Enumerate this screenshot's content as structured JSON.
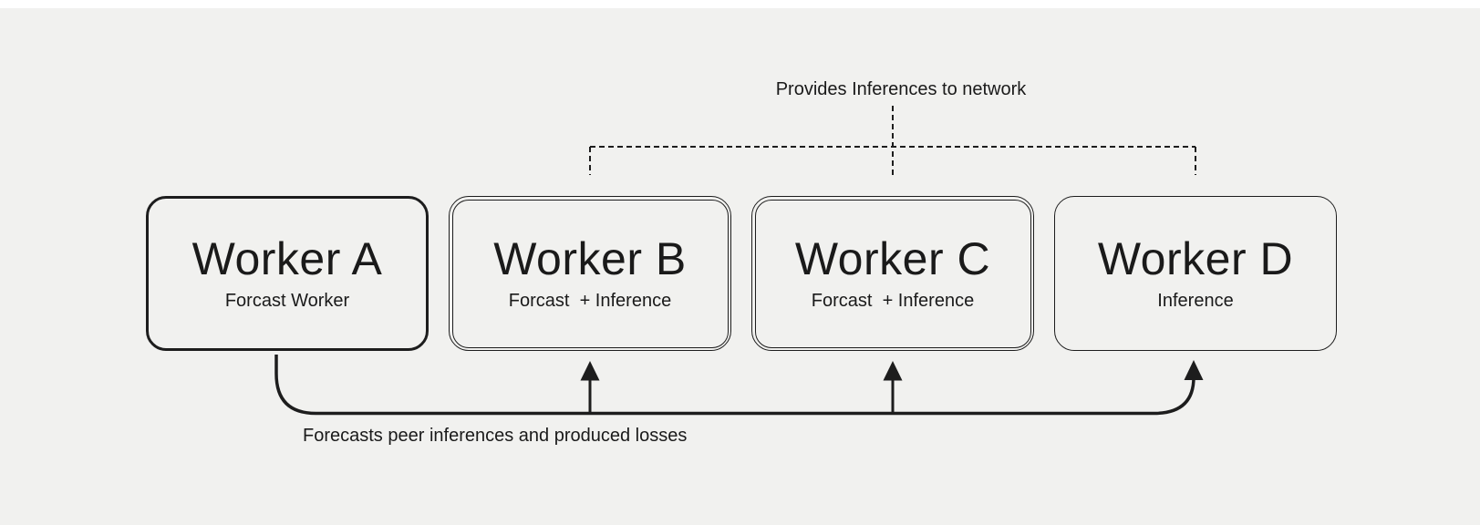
{
  "diagram": {
    "top_label": "Provides Inferences to network",
    "bottom_label": "Forecasts peer inferences and produced losses",
    "workers": [
      {
        "title": "Worker A",
        "subtitle": "Forcast Worker",
        "border_style": "single-thick"
      },
      {
        "title": "Worker B",
        "subtitle": "Forcast  + Inference",
        "border_style": "double"
      },
      {
        "title": "Worker C",
        "subtitle": "Forcast  + Inference",
        "border_style": "double"
      },
      {
        "title": "Worker D",
        "subtitle": "Inference",
        "border_style": "single-thin"
      }
    ],
    "connections": {
      "dashed_bracket": "Worker B, Worker C and Worker D provide inferences to network",
      "solid_arrow": "Worker A forecasts peer inferences and produced losses to Worker B, Worker C and Worker D"
    },
    "colors": {
      "background": "#f1f1ef",
      "stroke": "#1d1d1d",
      "text": "#1a1a1a",
      "top_strip": "#ffffff"
    }
  }
}
